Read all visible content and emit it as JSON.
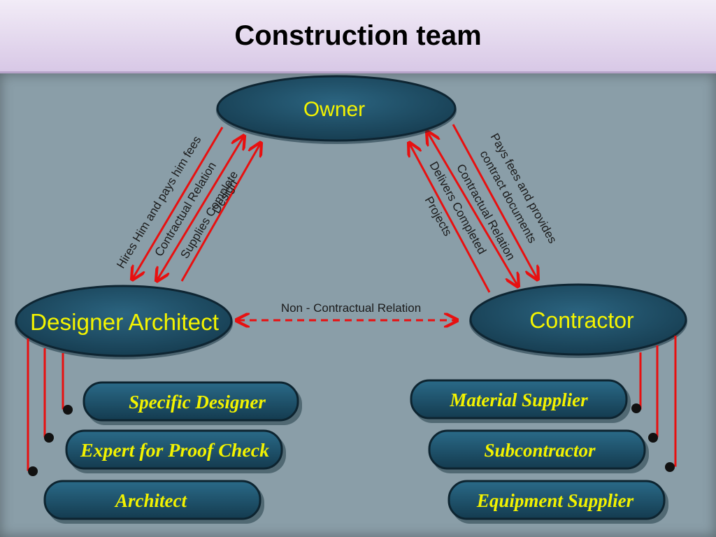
{
  "title": "Construction team",
  "nodes": {
    "owner": "Owner",
    "designer": "Designer Architect",
    "contractor": "Contractor"
  },
  "relations": {
    "owner_designer_1": "Hires Him and pays him fees",
    "owner_designer_2": "Contractual Relation",
    "designer_owner_3a": "Supplies Complete",
    "designer_owner_3b": "Design",
    "owner_contractor_1a": "Pays fees and provides",
    "owner_contractor_1b": "contract documents",
    "owner_contractor_2": "Contractual Relation",
    "contractor_owner_3a": "Delivers Completed",
    "contractor_owner_3b": "Projects",
    "designer_contractor": "Non - Contractual Relation"
  },
  "designer_team": [
    "Specific Designer",
    "Expert for Proof Check",
    "Architect"
  ],
  "contractor_team": [
    "Material Supplier",
    "Subcontractor",
    "Equipment Supplier"
  ],
  "colors": {
    "node_fill": "#1f4e66",
    "node_text": "#f4f400",
    "arrow": "#e81010",
    "pill_fill": "#1f5670"
  }
}
